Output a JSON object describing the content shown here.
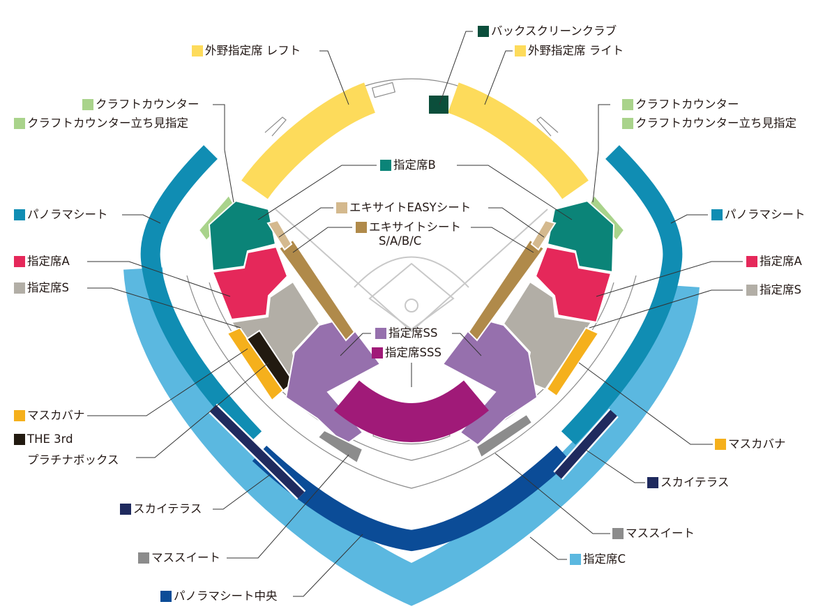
{
  "title": "座席図",
  "colors": {
    "backscreen_club": "#0b4e3b",
    "outfield": "#fddb5b",
    "craft_counter": "#a9d38b",
    "reserved_b": "#0b8478",
    "panorama": "#108db3",
    "easy_seat": "#d4b98e",
    "exciting_seat": "#b08a4a",
    "reserved_a": "#e5285a",
    "reserved_s": "#b2aea6",
    "reserved_ss": "#9670ad",
    "reserved_sss": "#a01a78",
    "mascabana": "#f5b01c",
    "platinum_box": "#221a10",
    "sky_terrace": "#1f2a5e",
    "mass_suite": "#8c8c8c",
    "reserved_c": "#5bb8e0",
    "panorama_center": "#0b4c97"
  },
  "labels": {
    "backscreen_club": "バックスクリーンクラブ",
    "outfield_left": "外野指定席 レフト",
    "outfield_right": "外野指定席 ライト",
    "craft_counter_left": "クラフトカウンター",
    "craft_counter_standing_left": "クラフトカウンター立ち見指定",
    "craft_counter_right": "クラフトカウンター",
    "craft_counter_standing_right": "クラフトカウンター立ち見指定",
    "reserved_b": "指定席B",
    "panorama_left": "パノラマシート",
    "panorama_right": "パノラマシート",
    "easy_seat": "エキサイトEASYシート",
    "exciting_seat": "エキサイトシート",
    "exciting_seat_grades": "S/A/B/C",
    "reserved_a_left": "指定席A",
    "reserved_a_right": "指定席A",
    "reserved_s_left": "指定席S",
    "reserved_s_right": "指定席S",
    "reserved_ss": "指定席SS",
    "reserved_sss": "指定席SSS",
    "mascabana_left": "マスカバナ",
    "mascabana_right": "マスカバナ",
    "platinum_box_line1": "THE 3rd",
    "platinum_box_line2": "プラチナボックス",
    "sky_terrace_left": "スカイテラス",
    "sky_terrace_right": "スカイテラス",
    "mass_suite_left": "マススイート",
    "mass_suite_right": "マススイート",
    "reserved_c": "指定席C",
    "panorama_center": "パノラマシート中央"
  }
}
